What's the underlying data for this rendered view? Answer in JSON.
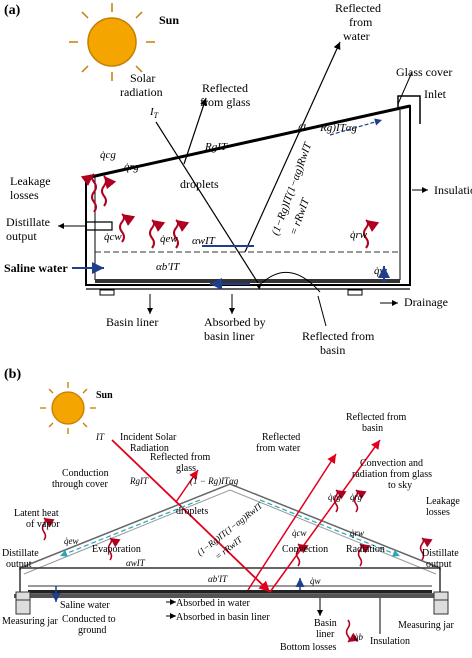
{
  "panel_a": {
    "tag": "(a)",
    "sun": "Sun",
    "solar_radiation": [
      "Solar",
      "radiation"
    ],
    "it": "I",
    "it_sub": "T",
    "reflected_glass": [
      "Reflected",
      "from glass"
    ],
    "reflected_water": [
      "Reflected",
      "from",
      "water"
    ],
    "glass_cover": "Glass cover",
    "inlet": "Inlet",
    "insulation": "Insulation",
    "leakage": [
      "Leakage",
      "losses"
    ],
    "distillate": [
      "Distillate",
      "output"
    ],
    "saline_water": "Saline water",
    "droplets": "droplets",
    "drainage": "Drainage",
    "basin_liner": "Basin liner",
    "absorbed": [
      "Absorbed by",
      "basin liner"
    ],
    "reflected_basin": [
      "Reflected from",
      "basin"
    ],
    "q_cg": "q̇cg",
    "q_rg": "q̇rg",
    "q_cw": "q̇cw",
    "q_ew": "q̇ew",
    "q_rw": "q̇rw",
    "q_w": "q̇w",
    "rg_it": "RgIT",
    "alpha_w_it": "αwIT",
    "alpha_b_it": "αb'IT",
    "expr_top": "(1 − Rg)ITαg",
    "expr_diag_1": "(1−Rg)IT(1−αg)RwIT",
    "expr_diag_2": "= rRwIT"
  },
  "panel_b": {
    "tag": "(b)",
    "sun": "Sun",
    "it": "IT",
    "incident": [
      "Incident Solar",
      "Radiation"
    ],
    "reflected_glass": [
      "Reflected from",
      "glass"
    ],
    "reflected_water": [
      "Reflected",
      "from water"
    ],
    "reflected_basin": [
      "Reflected from",
      "basin"
    ],
    "conduction_cover": [
      "Conduction",
      "through cover"
    ],
    "conv_rad_sky": [
      "Convection and",
      "radiation from glass",
      "to sky"
    ],
    "leakage": [
      "Leakage",
      "losses"
    ],
    "latent_heat": [
      "Latent heat",
      "of vapor"
    ],
    "droplets": "droplets",
    "distillate_left": [
      "Distillate",
      "output"
    ],
    "distillate_right": [
      "Distillate",
      "output"
    ],
    "evaporation": "Evaporation",
    "convection": "Convection",
    "radiation": "Radiation",
    "measuring_jar_left": "Measuring jar",
    "measuring_jar_right": "Measuring jar",
    "saline_water": "Saline water",
    "absorbed_water": "Absorbed in water",
    "absorbed_liner": "Absorbed in basin liner",
    "conducted_ground": [
      "Conducted to",
      "ground"
    ],
    "basin_liner": [
      "Basin",
      "liner"
    ],
    "insulation": "Insulation",
    "bottom_losses": "Bottom losses",
    "rg_it": "RgIT",
    "alpha_w_it": "αwIT",
    "alpha_b_it": "αb'IT",
    "q_ew": "q̇ew",
    "q_cw": "q̇cw",
    "q_rw": "q̇rw",
    "q_cg": "q̇cg",
    "q_rg": "q̇rg",
    "q_w": "q̇w",
    "q_b": "q̇b",
    "expr_top": "(1 − Rg)ITαg",
    "expr_diag_1": "(1−Rg)IT(1−αg)RwIT",
    "expr_diag_2": "= rRwIT"
  },
  "colors": {
    "sun_fill": "#f5a500",
    "sun_stroke": "#c77d00",
    "wave_red": "#b00020",
    "arrow_blue": "#1f3e8c",
    "water_line": "#333333",
    "beam_red": "#e0001b",
    "cyan_arrow": "#27a9b5"
  }
}
